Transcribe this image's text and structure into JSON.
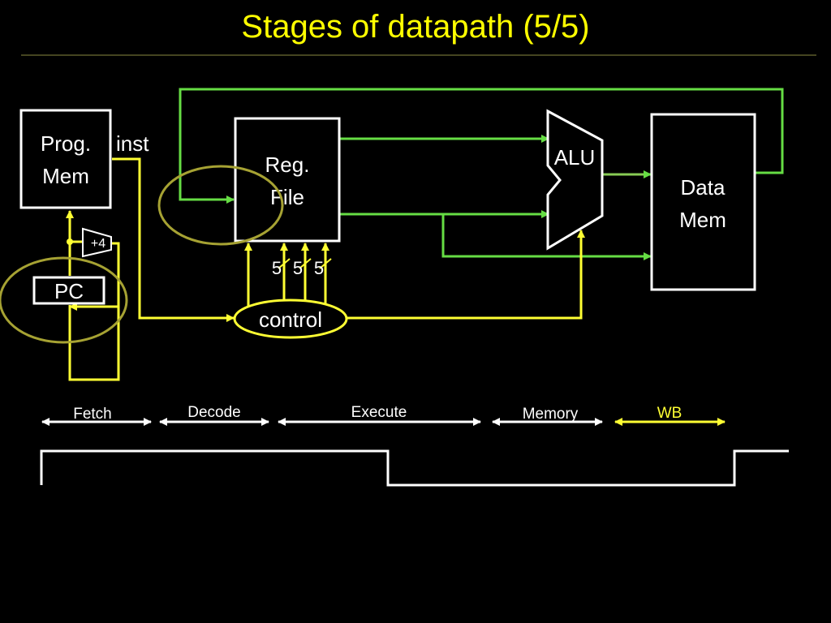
{
  "slide": {
    "title": "Stages of datapath (5/5)"
  },
  "blocks": {
    "prog_mem": [
      "Prog.",
      "Mem"
    ],
    "reg_file": [
      "Reg.",
      "File"
    ],
    "alu": "ALU",
    "data_mem": [
      "Data",
      "Mem"
    ],
    "pc": "PC",
    "adder": "+4",
    "control": "control"
  },
  "signals": {
    "inst": "inst",
    "reg_widths": [
      "5",
      "5",
      "5"
    ]
  },
  "stages": [
    {
      "label": "Fetch",
      "highlight": false
    },
    {
      "label": "Decode",
      "highlight": false
    },
    {
      "label": "Execute",
      "highlight": false
    },
    {
      "label": "Memory",
      "highlight": false
    },
    {
      "label": "WB",
      "highlight": true
    }
  ],
  "colors": {
    "background": "#000000",
    "title": "#ffff00",
    "active_wire": "#ffff33",
    "datapath_wire": "#66dd44",
    "mem_wire": "#88cc55",
    "highlight_ellipse": "#a6a233",
    "block_border": "#ffffff",
    "text": "#ffffff"
  }
}
